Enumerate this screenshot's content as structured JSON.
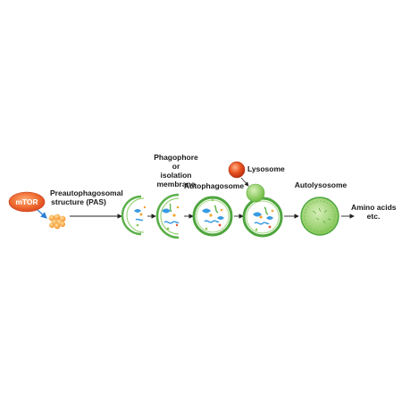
{
  "labels": {
    "mtor": "mTOR",
    "pas_line1": "Preautophagosomal",
    "pas_line2": "structure (PAS)",
    "phagophore_line1": "Phagophore",
    "phagophore_line2": "or",
    "phagophore_line3": "isolation",
    "phagophore_line4": "membrane",
    "lysosome": "Lysosome",
    "autophagosome": "Autophagosome",
    "autolysosome": "Autolysosome",
    "amino_line1": "Amino acids",
    "amino_line2": "etc."
  },
  "colors": {
    "mtor_fill": "#e8502a",
    "pas_fill": "#f7a23a",
    "membrane": "#5bb04a",
    "lysosome": "#e34a1f",
    "autolysosome": "#9fd07a",
    "arrow_blue": "#2a7fd4",
    "arrow_dark": "#222222"
  }
}
